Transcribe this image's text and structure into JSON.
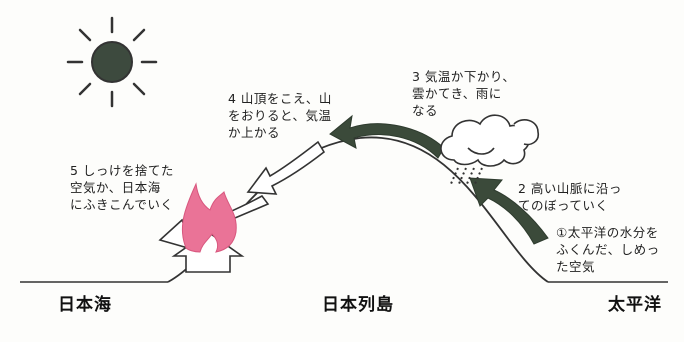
{
  "regions": {
    "left": "日本海",
    "center": "日本列島",
    "right": "太平洋"
  },
  "steps": [
    {
      "text": "①太平洋の水分を\nふくんだ、しめっ\nた空気"
    },
    {
      "text": "2 高い山脈に沿っ\nてのぼっていく"
    },
    {
      "text": "3 気温か下かり、\n雲かてき、雨に\nなる"
    },
    {
      "text": "4 山頂をこえ、山\nをおりると、気温\nか上かる"
    },
    {
      "text": "5 しっけを捨てた\n空気か、日本海\nにふきこんでいく"
    }
  ],
  "colors": {
    "ink": "#222222",
    "dark_arrow": "#3b4a3a",
    "sun": "#3d4a3e",
    "fire": "#ea7397"
  },
  "icons": [
    "sun-icon",
    "rain-cloud-icon",
    "fire-icon"
  ]
}
